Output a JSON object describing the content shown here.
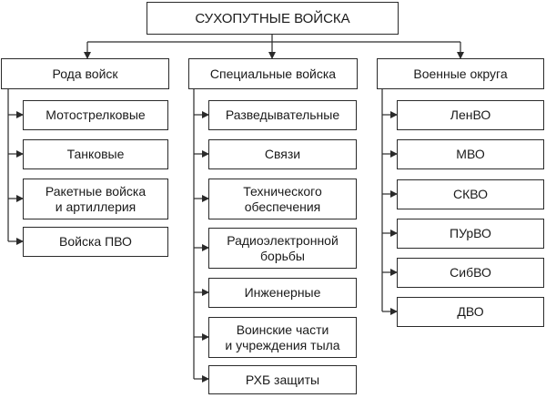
{
  "root": {
    "label": "СУХОПУТНЫЕ ВОЙСКА"
  },
  "columns": [
    {
      "label": "Рода войск",
      "items": [
        "Мотострелковые",
        "Танковые",
        "Ракетные войска\nи артиллерия",
        "Войска ПВО"
      ]
    },
    {
      "label": "Специальные войска",
      "items": [
        "Разведывательные",
        "Связи",
        "Технического\nобеспечения",
        "Радиоэлектронной\nборьбы",
        "Инженерные",
        "Воинские части\nи учреждения тыла",
        "РХБ защиты"
      ]
    },
    {
      "label": "Военные округа",
      "items": [
        "ЛенВО",
        "МВО",
        "СКВО",
        "ПУрВО",
        "СибВО",
        "ДВО"
      ]
    }
  ]
}
